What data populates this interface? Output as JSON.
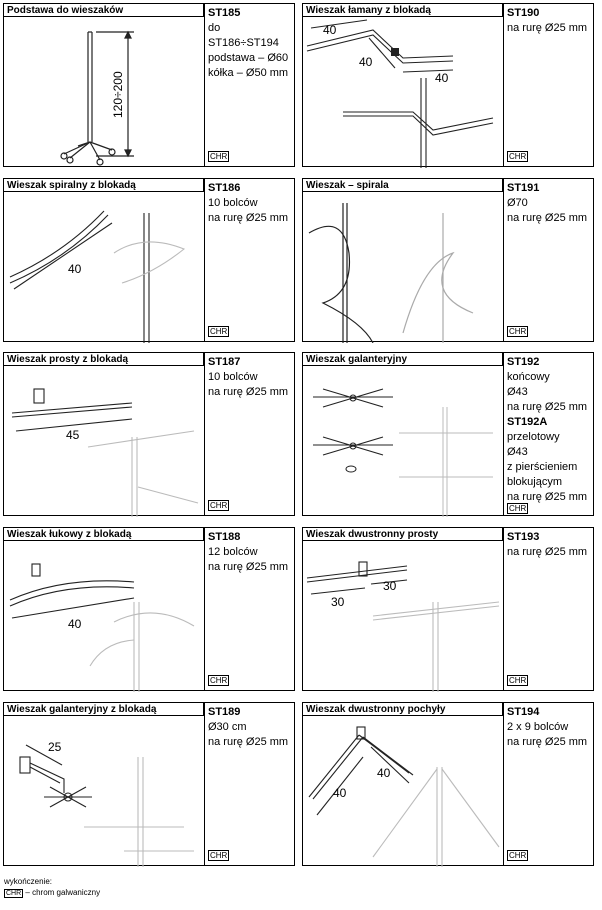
{
  "products": [
    {
      "title": "Podstawa do wieszaków",
      "code": "ST185",
      "specs": [
        "do ST186÷ST194",
        "podstawa – Ø60",
        "kółka – Ø50 mm"
      ],
      "dims": [
        "120÷200"
      ],
      "finish": "CHR"
    },
    {
      "title": "Wieszak łamany z blokadą",
      "code": "ST190",
      "specs": [
        "na rurę Ø25 mm"
      ],
      "dims": [
        "40",
        "40",
        "40"
      ],
      "finish": "CHR"
    },
    {
      "title": "Wieszak spiralny z blokadą",
      "code": "ST186",
      "specs": [
        "10 bolców",
        "na rurę Ø25 mm"
      ],
      "dims": [
        "40"
      ],
      "finish": "CHR"
    },
    {
      "title": "Wieszak – spirala",
      "code": "ST191",
      "specs": [
        "Ø70",
        "na rurę Ø25 mm"
      ],
      "dims": [],
      "finish": "CHR"
    },
    {
      "title": "Wieszak prosty z blokadą",
      "code": "ST187",
      "specs": [
        "10 bolców",
        "na rurę Ø25 mm"
      ],
      "dims": [
        "45"
      ],
      "finish": "CHR"
    },
    {
      "title": "Wieszak galanteryjny",
      "code": "ST192",
      "specs": [
        "końcowy",
        "Ø43",
        "na rurę Ø25 mm"
      ],
      "code2": "ST192A",
      "specs2": [
        "przelotowy",
        "Ø43",
        "z pierścieniem",
        "blokującym",
        "na rurę Ø25 mm"
      ],
      "dims": [],
      "finish": "CHR"
    },
    {
      "title": "Wieszak łukowy z blokadą",
      "code": "ST188",
      "specs": [
        "12 bolców",
        "na rurę Ø25 mm"
      ],
      "dims": [
        "40"
      ],
      "finish": "CHR"
    },
    {
      "title": "Wieszak dwustronny prosty",
      "code": "ST193",
      "specs": [
        "na rurę Ø25 mm"
      ],
      "dims": [
        "30",
        "30"
      ],
      "finish": "CHR"
    },
    {
      "title": "Wieszak galanteryjny z blokadą",
      "code": "ST189",
      "specs": [
        "Ø30 cm",
        "na rurę Ø25 mm"
      ],
      "dims": [
        "25"
      ],
      "finish": "CHR"
    },
    {
      "title": "Wieszak dwustronny pochyły",
      "code": "ST194",
      "specs": [
        "2 x 9 bolców",
        "na rurę Ø25 mm"
      ],
      "dims": [
        "40",
        "40"
      ],
      "finish": "CHR"
    }
  ],
  "legend": {
    "label": "wykończenie:",
    "code": "CHR",
    "text": "– chrom galwaniczny"
  }
}
